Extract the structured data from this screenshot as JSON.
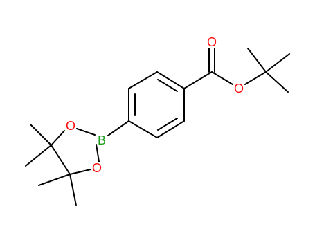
{
  "atoms": {
    "carbonyl_oxygen": {
      "symbol": "O",
      "color": "#ff0d0d"
    },
    "ester_oxygen": {
      "symbol": "O",
      "color": "#ff0d0d"
    },
    "boron": {
      "symbol": "B",
      "color": "#1f9f1f"
    },
    "ring_oxygen_top": {
      "symbol": "O",
      "color": "#ff0d0d"
    },
    "ring_oxygen_bottom": {
      "symbol": "O",
      "color": "#ff0d0d"
    }
  },
  "bond_color": "#000000"
}
